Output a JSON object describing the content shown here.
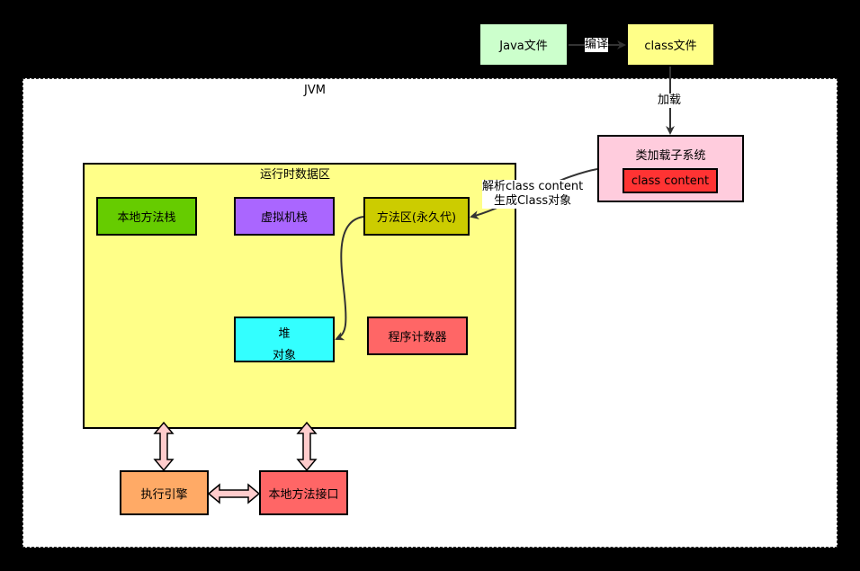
{
  "nodes": {
    "java_file": {
      "label": "Java文件",
      "color": "#ccffcc"
    },
    "class_file": {
      "label": "class文件",
      "color": "#ffff88"
    },
    "jvm": {
      "label": "JVM"
    },
    "class_loader": {
      "label": "类加载子系统",
      "color": "#ffccdd"
    },
    "class_content": {
      "label": "class content",
      "color": "#ff3333"
    },
    "runtime_area": {
      "label": "运行时数据区",
      "color": "#ffff88"
    },
    "native_stack": {
      "label": "本地方法栈",
      "color": "#66cc00"
    },
    "vm_stack": {
      "label": "虚拟机栈",
      "color": "#aa66ff"
    },
    "method_area": {
      "label": "方法区(永久代)",
      "color": "#cccc00"
    },
    "heap": {
      "label": "堆",
      "sub": "对象",
      "color": "#33ffff"
    },
    "pc_register": {
      "label": "程序计数器",
      "color": "#ff6666"
    },
    "exec_engine": {
      "label": "执行引擎",
      "color": "#ffaa66"
    },
    "native_interface": {
      "label": "本地方法接口",
      "color": "#ff6666"
    }
  },
  "edges": {
    "compile": "编译",
    "load": "加载",
    "parse_line1": "解析class content",
    "parse_line2": "生成Class对象"
  }
}
